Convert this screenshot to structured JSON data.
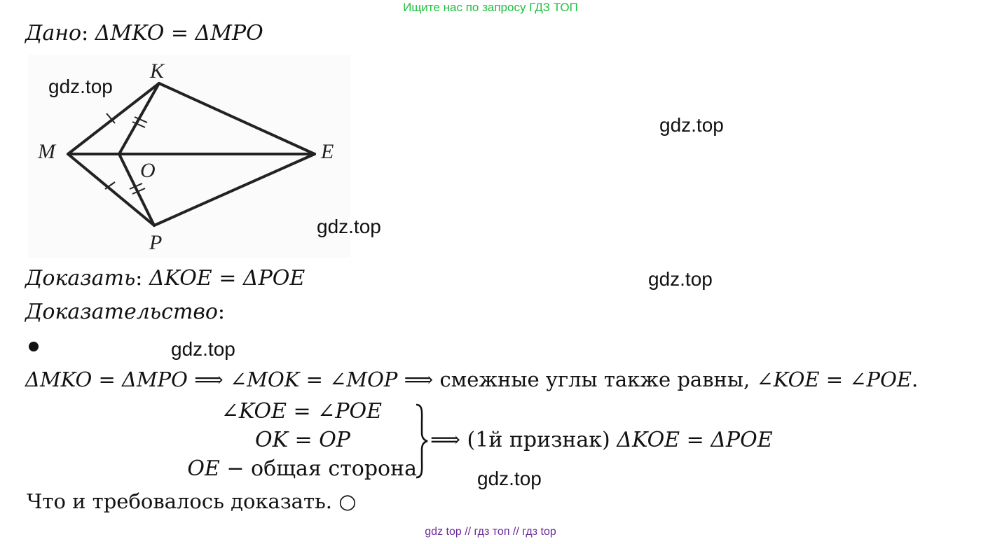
{
  "banner": "Ищите нас по запросу ГДЗ ТОП",
  "footer": "gdz top  //  гдз топ  //  гдз top",
  "watermark": "gdz.top",
  "given": {
    "label": "Дано",
    "colon": ": ",
    "expr": "ΔMKO = ΔMPO"
  },
  "figure": {
    "labels": {
      "K": "K",
      "M": "M",
      "E": "E",
      "O": "O",
      "P": "P"
    }
  },
  "prove": {
    "label": "Доказать",
    "colon": ": ",
    "expr": "ΔKOE = ΔPOE"
  },
  "proof": {
    "label": "Доказательство",
    "colon": ":"
  },
  "step1": {
    "a": "ΔMKO = ΔMPO ⟹ ∠MOK = ∠MOP ⟹ ",
    "b": "смежные углы также равны, ",
    "c": "∠KOE = ∠POE",
    "d": "."
  },
  "system": {
    "line1": "∠KOE = ∠POE",
    "line2": "OK = OP",
    "line3_math": "OE − ",
    "line3_text": "общая сторона",
    "conclusion_a": "⟹ ",
    "conclusion_b": "(1й признак) ",
    "conclusion_c": "ΔKOE = ΔPOE"
  },
  "qed": "Что и требовалось доказать. ○"
}
